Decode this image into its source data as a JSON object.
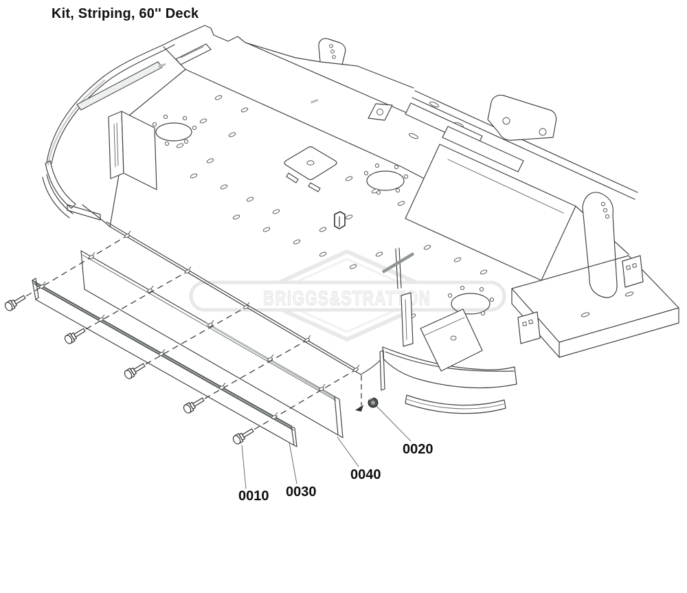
{
  "title": {
    "text": "Kit, Striping, 60'' Deck"
  },
  "watermark": {
    "text": "BRIGGS&STRATTON",
    "color": "#e8e8e8"
  },
  "callouts": [
    {
      "id": "0010",
      "label": "0010",
      "part": "hex-bolt"
    },
    {
      "id": "0020",
      "label": "0020",
      "part": "flange-nut"
    },
    {
      "id": "0030",
      "label": "0030",
      "part": "striping-strip"
    },
    {
      "id": "0040",
      "label": "0040",
      "part": "striping-plate"
    }
  ],
  "colors": {
    "line": "#3f4242",
    "shade": "#9aa0a0",
    "light": "#c9cdcd",
    "watermark": "#e8e8e8"
  }
}
